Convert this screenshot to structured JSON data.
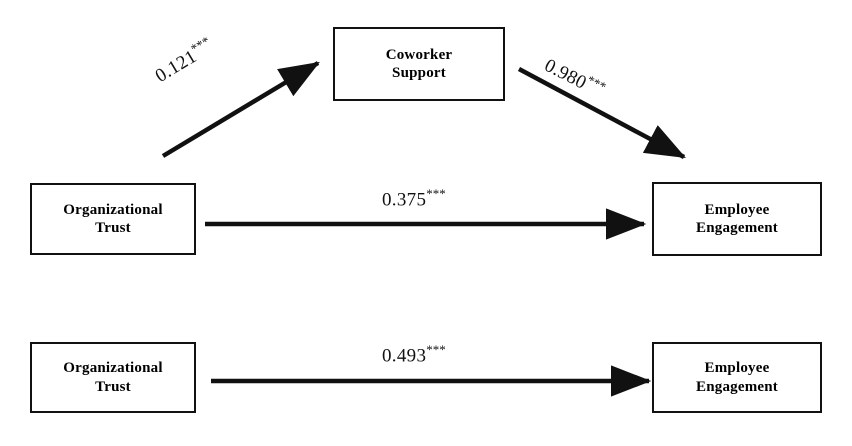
{
  "diagram": {
    "type": "path-diagram",
    "description": "Mediation path model: Organizational Trust to Employee Engagement with Coworker Support as mediator, plus direct effect model",
    "stroke_color": "#111111",
    "background_color": "#ffffff"
  },
  "nodes": {
    "coworker_support": {
      "label": "Coworker\nSupport"
    },
    "organizational_trust_top": {
      "label": "Organizational\nTrust"
    },
    "employee_engagement_top": {
      "label": "Employee\nEngagement"
    },
    "organizational_trust_bottom": {
      "label": "Organizational\nTrust"
    },
    "employee_engagement_bottom": {
      "label": "Employee\nEngagement"
    }
  },
  "paths": {
    "a": {
      "value": "0.121",
      "stars": "***",
      "from": "organizational_trust_top",
      "to": "coworker_support"
    },
    "b": {
      "value": "0.980",
      "stars": "***",
      "from": "coworker_support",
      "to": "employee_engagement_top"
    },
    "c_prime": {
      "value": "0.375",
      "stars": "***",
      "from": "organizational_trust_top",
      "to": "employee_engagement_top"
    },
    "c": {
      "value": "0.493",
      "stars": "***",
      "from": "organizational_trust_bottom",
      "to": "employee_engagement_bottom"
    }
  }
}
